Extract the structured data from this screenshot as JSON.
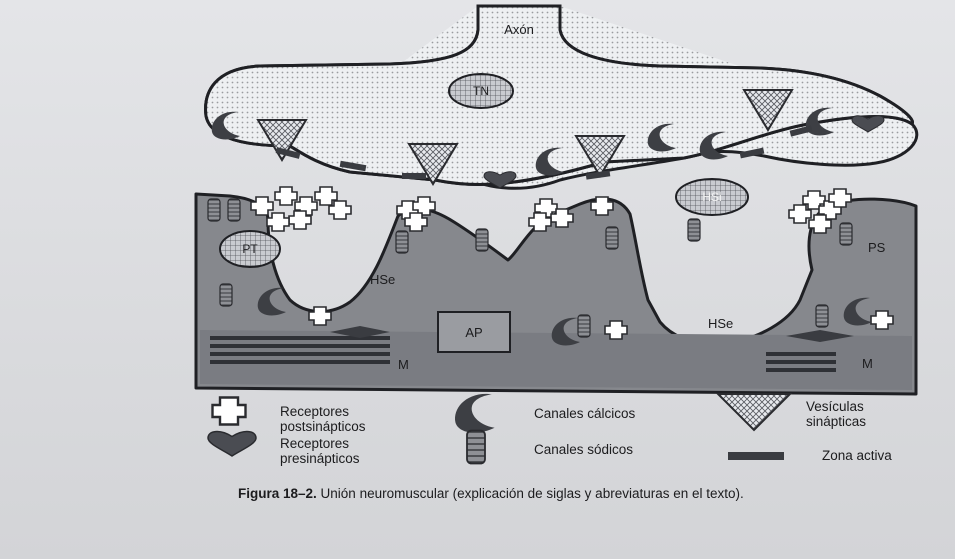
{
  "figure": {
    "caption_prefix": "Figura 18–2.",
    "caption_text": " Unión neuromuscular (explicación de siglas y abreviaturas en el texto)."
  },
  "labels": {
    "axon": "Axón",
    "tn": "TN",
    "hsi": "HSi",
    "pt": "PT",
    "hse_left": "HSe",
    "hse_right": "HSe",
    "ap": "AP",
    "m_left": "M",
    "m_right": "M",
    "ps": "PS"
  },
  "legend": {
    "receptores_post_1": "Receptores",
    "receptores_post_2": "postsinápticos",
    "receptores_pre_1": "Receptores",
    "receptores_pre_2": "presinápticos",
    "canales_calcicos": "Canales cálcicos",
    "canales_sodicos": "Canales sódicos",
    "vesiculas_1": "Vesículas",
    "vesiculas_2": "sinápticas",
    "zona_activa": "Zona activa"
  }
}
